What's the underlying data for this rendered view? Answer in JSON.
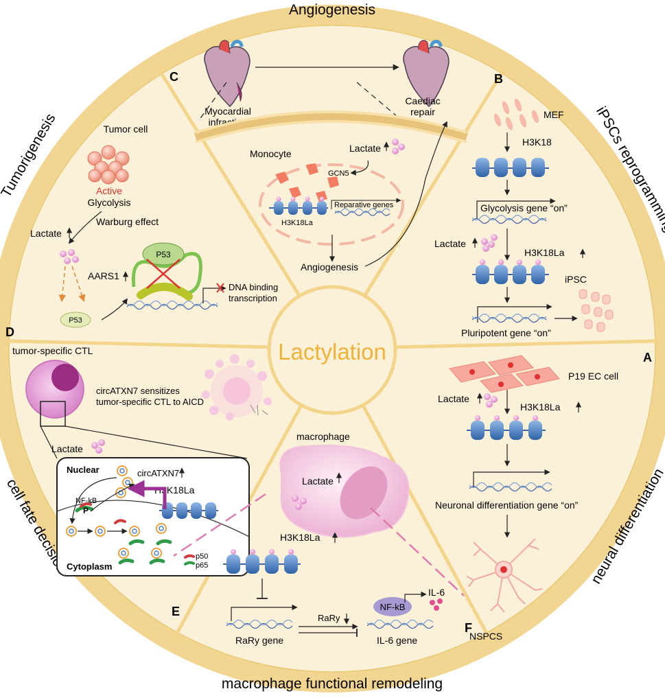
{
  "center": {
    "title": "Lactylation"
  },
  "outer_labels": {
    "top": "Angiogenesis",
    "right_top": "iPSCs reprogramming",
    "left_top": "Tumorigenesis",
    "left_bottom": "cell fate decision",
    "right_bottom": "neural differentiation",
    "bottom": "macrophage functional remodeling"
  },
  "panel_letters": {
    "a": "A",
    "b": "B",
    "c": "C",
    "d": "D",
    "e": "E",
    "f": "F"
  },
  "panel_c": {
    "myocardial": "Myocardial",
    "infraction": "infraction",
    "caediac": "Caediac",
    "repair": "repair",
    "monocyte": "Monocyte",
    "lactate": "Lactate",
    "gcn5": "GCN5",
    "reparative": "Reparative genes",
    "h3k18la": "H3K18La",
    "angiogenesis": "Angiogenesis"
  },
  "panel_b": {
    "mef": "MEF",
    "h3k18": "H3K18",
    "glycolysis_on": "Glycolysis gene “on”",
    "lactate": "Lactate",
    "h3k18la": "H3K18La",
    "ipsc": "iPSC",
    "pluripotent_on": "Pluripotent gene “on”"
  },
  "panel_d": {
    "tumor_cell": "Tumor cell",
    "active": "Active",
    "glycolysis": "Glycolysis",
    "warburg": "Warburg effect",
    "lactate": "Lactate",
    "aars1": "AARS1",
    "p53": "P53",
    "p53_small": "P53",
    "dna_binding": "DNA binding",
    "transcription": "transcription"
  },
  "panel_e_left": {
    "ctl": "tumor-specific CTL",
    "sens_line1": "circATXN7 sensitizes",
    "sens_line2": "tumor-specific CTL to AICD",
    "lactate": "Lactate",
    "nuclear": "Nuclear",
    "circ": "circATXN7",
    "nfkb": "NF-kB",
    "p": "P",
    "h3k18la": "H3K18La",
    "cytoplasm": "Cytoplasm",
    "p50": "p50",
    "p65": "p65"
  },
  "panel_macrophage": {
    "macrophage": "macrophage",
    "lactate": "Lactate",
    "h3k18la": "H3K18La",
    "rary_gene": "RaRy gene",
    "rary": "RaRy",
    "nfkb": "NF-kB",
    "il6": "IL-6",
    "il6_gene": "IL-6 gene"
  },
  "panel_a": {
    "p19": "P19 EC cell",
    "lactate": "Lactate",
    "h3k18la": "H3K18La",
    "neuronal_on": "Neuronal differentiation gene “on”",
    "nspcs": "NSPCS"
  },
  "colors": {
    "background": "#fbf1d8",
    "rim": "#f1d591",
    "divider": "#f2d58a",
    "center_text": "#f0b23a",
    "histone": "#4b7fc1",
    "lactate": "#e7a0d6",
    "active_red": "#e0312f"
  }
}
